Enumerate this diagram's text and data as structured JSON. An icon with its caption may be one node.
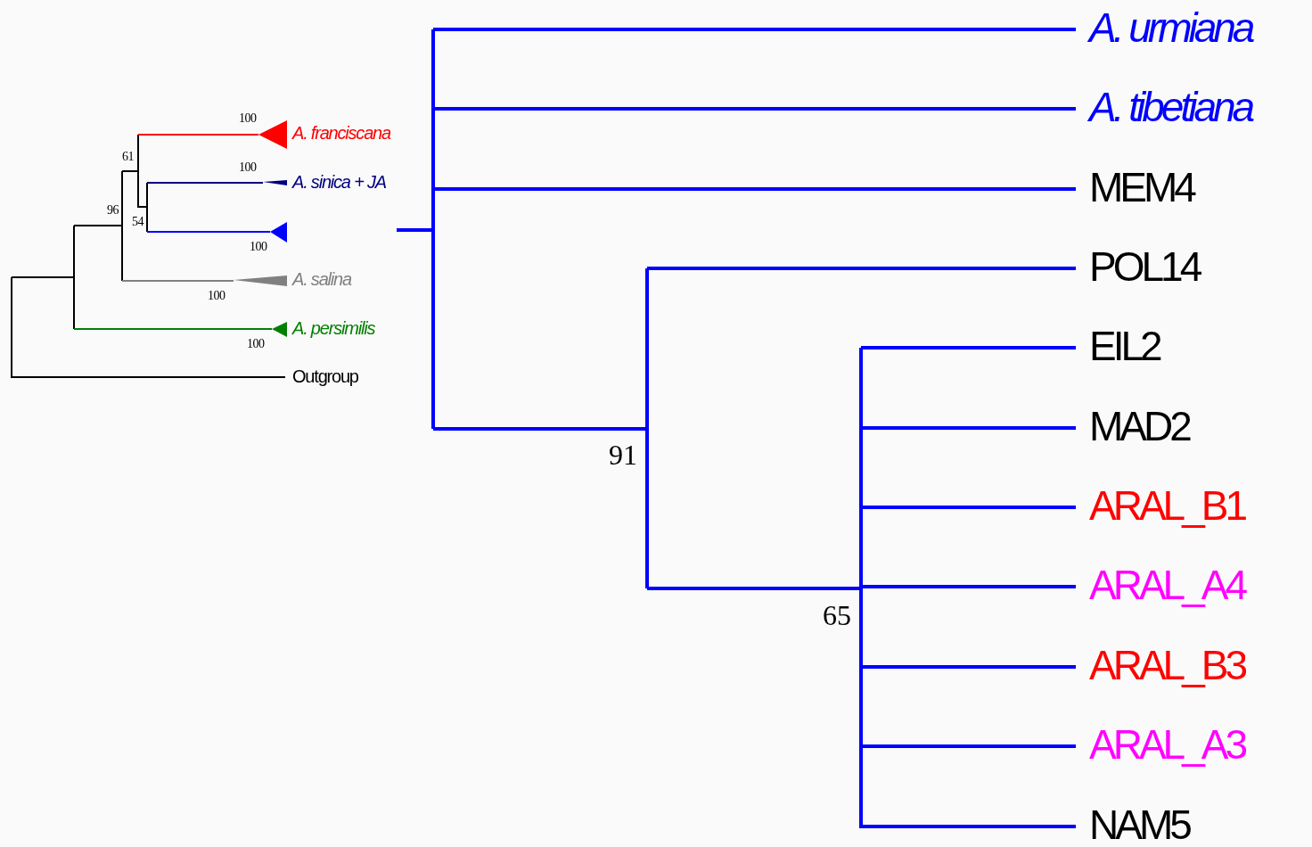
{
  "diagram": {
    "labels": [
      "100",
      "A. franciscana",
      "61",
      "100",
      "A. sinica + JA",
      "96",
      "54",
      "100",
      "A. salina",
      "100",
      "A. persimilis",
      "100",
      "Outgroup",
      "A. urmiana",
      "A. tibetiana",
      "MEM4",
      "POL14",
      "EIL2",
      "MAD2",
      "ARAL_B1",
      "ARAL_A4",
      "ARAL_B3",
      "ARAL_A3",
      "NAM5",
      "91",
      "65"
    ]
  }
}
